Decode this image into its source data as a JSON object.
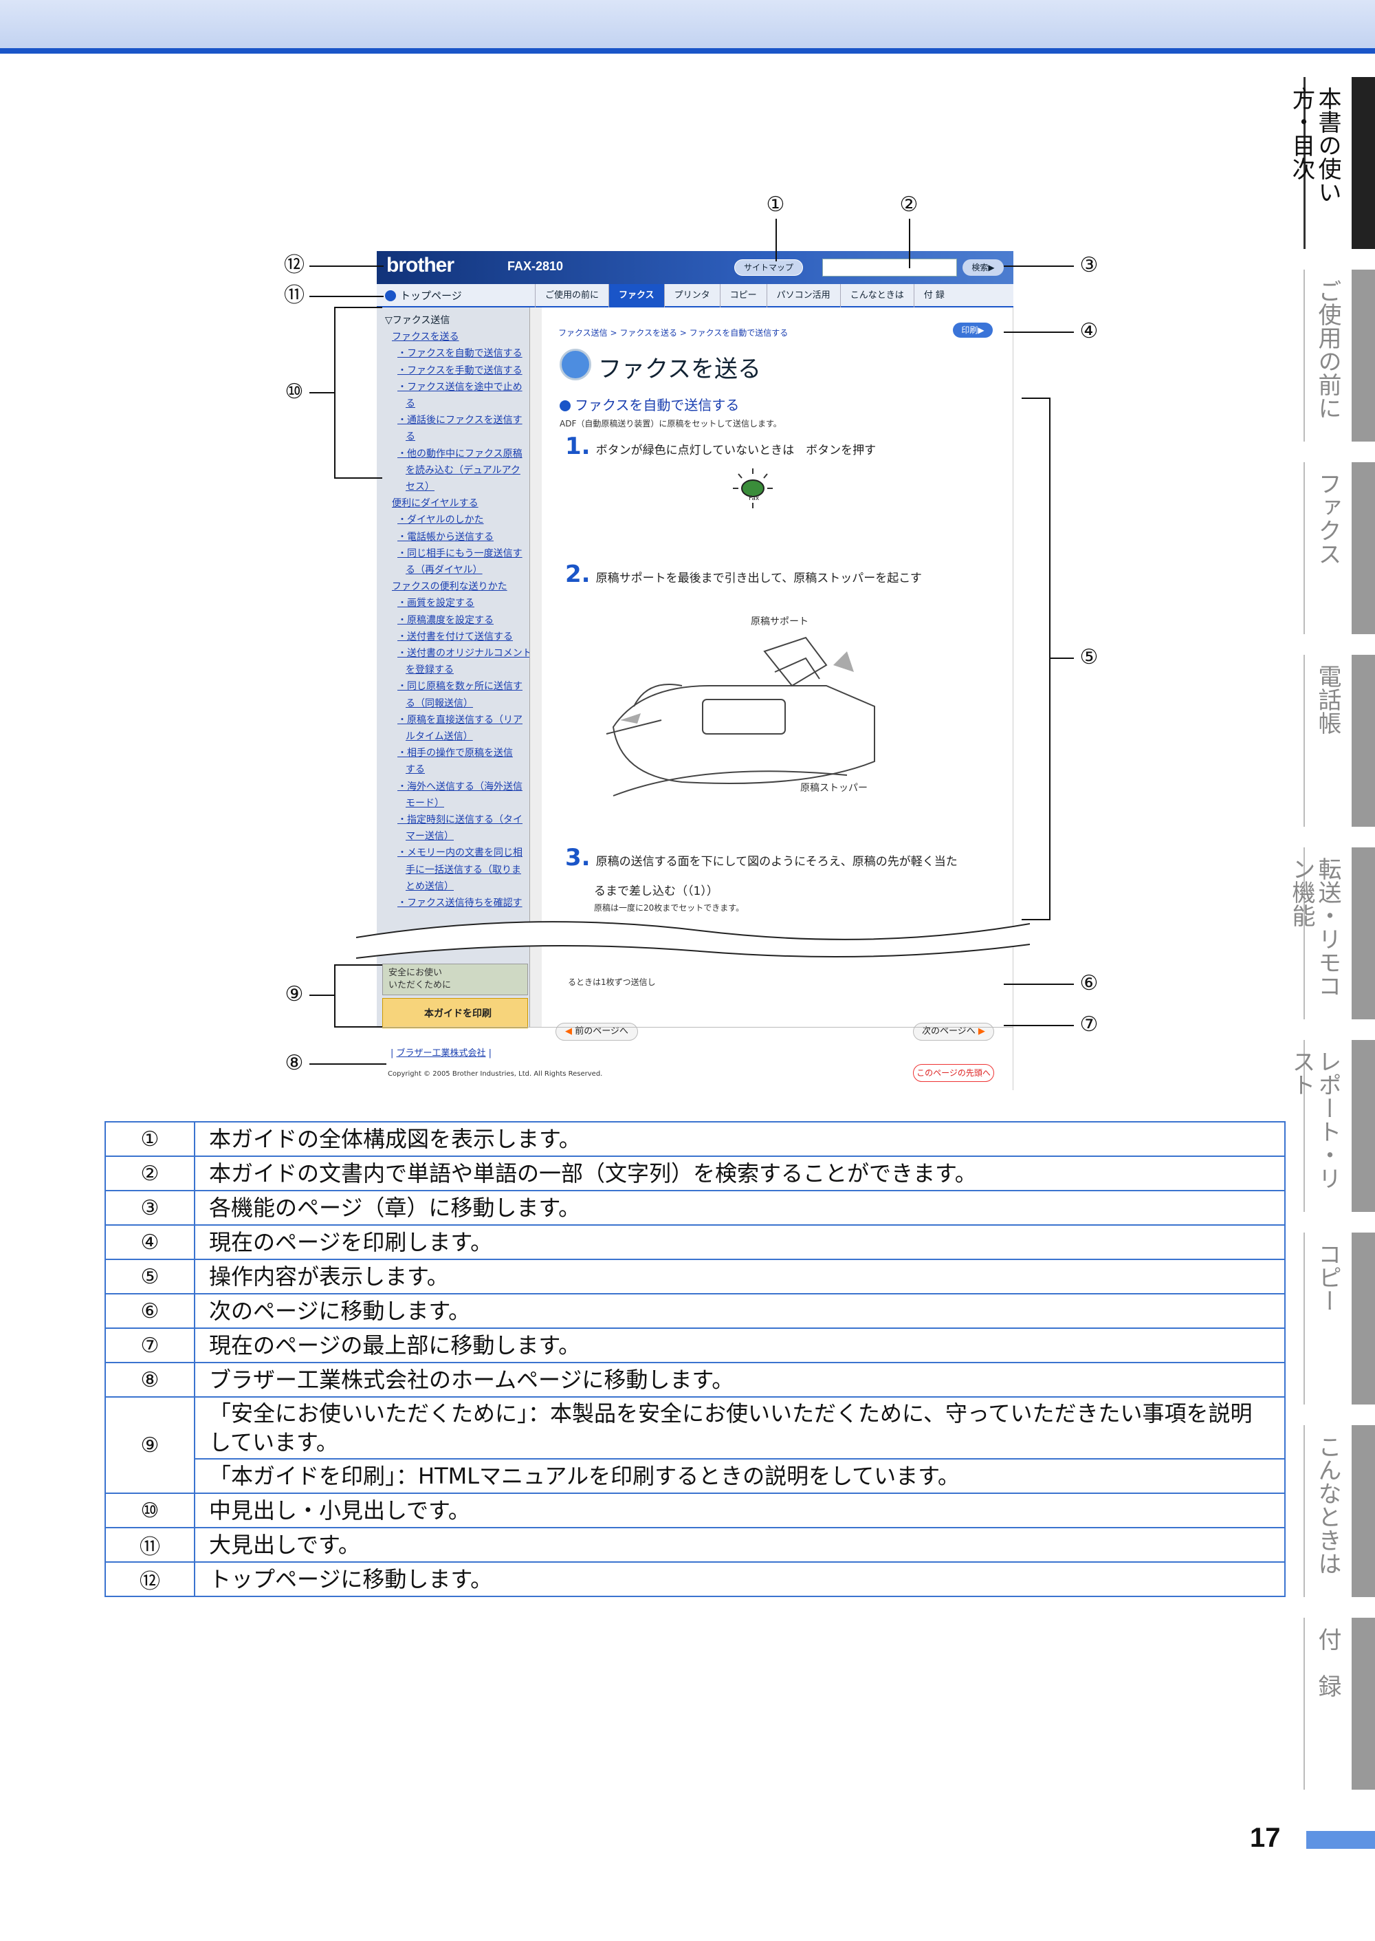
{
  "side_tabs": [
    {
      "label": "本書の使い方・目次",
      "active": true
    },
    {
      "label": "ご使用の前に",
      "active": false
    },
    {
      "label": "ファクス",
      "active": false
    },
    {
      "label": "電話帳",
      "active": false
    },
    {
      "label": "転送・リモコン機能",
      "active": false
    },
    {
      "label": "レポート・リスト",
      "active": false
    },
    {
      "label": "コピー",
      "active": false
    },
    {
      "label": "こんなときは",
      "active": false
    },
    {
      "label": "付　録",
      "active": false
    }
  ],
  "screenshot": {
    "brand": "brother",
    "model": "FAX-2810",
    "sitemap_button": "サイトマップ",
    "search_button": "検索▶",
    "top_page": "トップページ",
    "nav_tabs": [
      "ご使用の前に",
      "ファクス",
      "プリンタ",
      "コピー",
      "パソコン活用",
      "こんなときは",
      "付 録"
    ],
    "toc": [
      {
        "text": "▽ファクス送信",
        "level": 0
      },
      {
        "text": "ファクスを送る",
        "level": 1
      },
      {
        "text": "・ファクスを自動で送信する",
        "level": 2
      },
      {
        "text": "・ファクスを手動で送信する",
        "level": 2
      },
      {
        "text": "・ファクス送信を途中で止め",
        "level": 2
      },
      {
        "text": "る",
        "level": 3
      },
      {
        "text": "・通話後にファクスを送信す",
        "level": 2
      },
      {
        "text": "る",
        "level": 3
      },
      {
        "text": "・他の動作中にファクス原稿",
        "level": 2
      },
      {
        "text": "を読み込む（デュアルアク",
        "level": 3
      },
      {
        "text": "セス）",
        "level": 3
      },
      {
        "text": "便利にダイヤルする",
        "level": 1
      },
      {
        "text": "・ダイヤルのしかた",
        "level": 2
      },
      {
        "text": "・電話帳から送信する",
        "level": 2
      },
      {
        "text": "・同じ相手にもう一度送信す",
        "level": 2
      },
      {
        "text": "る（再ダイヤル）",
        "level": 3
      },
      {
        "text": "ファクスの便利な送りかた",
        "level": 1
      },
      {
        "text": "・画質を設定する",
        "level": 2
      },
      {
        "text": "・原稿濃度を設定する",
        "level": 2
      },
      {
        "text": "・送付書を付けて送信する",
        "level": 2
      },
      {
        "text": "・送付書のオリジナルコメント",
        "level": 2
      },
      {
        "text": "を登録する",
        "level": 3
      },
      {
        "text": "・同じ原稿を数ヶ所に送信す",
        "level": 2
      },
      {
        "text": "る（同報送信）",
        "level": 3
      },
      {
        "text": "・原稿を直接送信する（リア",
        "level": 2
      },
      {
        "text": "ルタイム送信）",
        "level": 3
      },
      {
        "text": "・相手の操作で原稿を送信",
        "level": 2
      },
      {
        "text": "する",
        "level": 3
      },
      {
        "text": "・海外へ送信する（海外送信",
        "level": 2
      },
      {
        "text": "モード）",
        "level": 3
      },
      {
        "text": "・指定時刻に送信する（タイ",
        "level": 2
      },
      {
        "text": "マー送信）",
        "level": 3
      },
      {
        "text": "・メモリー内の文書を同じ相",
        "level": 2
      },
      {
        "text": "手に一括送信する（取りま",
        "level": 3
      },
      {
        "text": "とめ送信）",
        "level": 3
      },
      {
        "text": "・ファクス送信待ちを確認す",
        "level": 2
      }
    ],
    "breadcrumb": "ファクス送信 > ファクスを送る > ファクスを自動で送信する",
    "print_button": "印刷▶",
    "page_title": "ファクスを送る",
    "section_title": "ファクスを自動で送信する",
    "intro": "ADF（自動原稿送り装置）に原稿をセットして送信します。",
    "steps": [
      {
        "num": "1.",
        "text": "ボタンが緑色に点灯していないときは　ボタンを押す"
      },
      {
        "num": "2.",
        "text": "原稿サポートを最後まで引き出して、原稿ストッパーを起こす"
      },
      {
        "num": "3.",
        "text": "原稿の送信する面を下にして図のようにそろえ、原稿の先が軽く当た"
      }
    ],
    "step3_line2": "るまで差し込む（（1））",
    "step3_note": "原稿は一度に20枚までセットできます。",
    "cut_text": "るときは1枚ずつ送信し",
    "fig_fax_label": "Fax",
    "fig_support": "原稿サポート",
    "fig_stopper": "原稿ストッパー",
    "safety": "安全にお使い\nいただくために",
    "print_guide": "本ガイドを印刷",
    "prev_button": "前のページへ",
    "next_button": "次のページへ",
    "top_button": "このページの先頭へ",
    "footer_link": "ブラザー工業株式会社",
    "copyright": "Copyright © 2005 Brother Industries, Ltd. All Rights Reserved."
  },
  "callouts": [
    "①",
    "②",
    "③",
    "④",
    "⑤",
    "⑥",
    "⑦",
    "⑧",
    "⑨",
    "⑩",
    "⑪",
    "⑫"
  ],
  "table": [
    {
      "num": "①",
      "desc": "本ガイドの全体構成図を表示します。"
    },
    {
      "num": "②",
      "desc": "本ガイドの文書内で単語や単語の一部（文字列）を検索することができます。"
    },
    {
      "num": "③",
      "desc": "各機能のページ（章）に移動します。"
    },
    {
      "num": "④",
      "desc": "現在のページを印刷します。"
    },
    {
      "num": "⑤",
      "desc": "操作内容が表示します。"
    },
    {
      "num": "⑥",
      "desc": "次のページに移動します。"
    },
    {
      "num": "⑦",
      "desc": "現在のページの最上部に移動します。"
    },
    {
      "num": "⑧",
      "desc": "ブラザー工業株式会社のホームページに移動します。"
    },
    {
      "num": "⑨",
      "desc": "「安全にお使いいただくために」：本製品を安全にお使いいただくために、守っていただきたい事項を説明しています。",
      "desc2": "「本ガイドを印刷」：HTMLマニュアルを印刷するときの説明をしています。"
    },
    {
      "num": "⑩",
      "desc": "中見出し・小見出しです。"
    },
    {
      "num": "⑪",
      "desc": "大見出しです。"
    },
    {
      "num": "⑫",
      "desc": "トップページに移動します。"
    }
  ],
  "page_number": "17"
}
